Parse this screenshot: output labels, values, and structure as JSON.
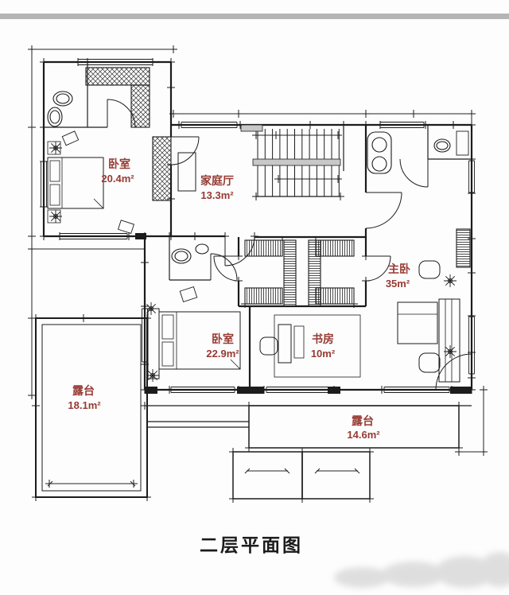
{
  "plan": {
    "title": "二层平面图",
    "label_color": "#963a33",
    "rooms": [
      {
        "id": "bedroom-nw",
        "name": "卧室",
        "area": "20.4m²"
      },
      {
        "id": "family-hall",
        "name": "家庭厅",
        "area": "13.3m²"
      },
      {
        "id": "master-bedroom",
        "name": "主卧",
        "area": "35m²"
      },
      {
        "id": "bedroom-sw",
        "name": "卧室",
        "area": "22.9m²"
      },
      {
        "id": "study",
        "name": "书房",
        "area": "10m²"
      },
      {
        "id": "terrace-west",
        "name": "露台",
        "area": "18.1m²"
      },
      {
        "id": "terrace-south",
        "name": "露台",
        "area": "14.6m²"
      }
    ]
  }
}
